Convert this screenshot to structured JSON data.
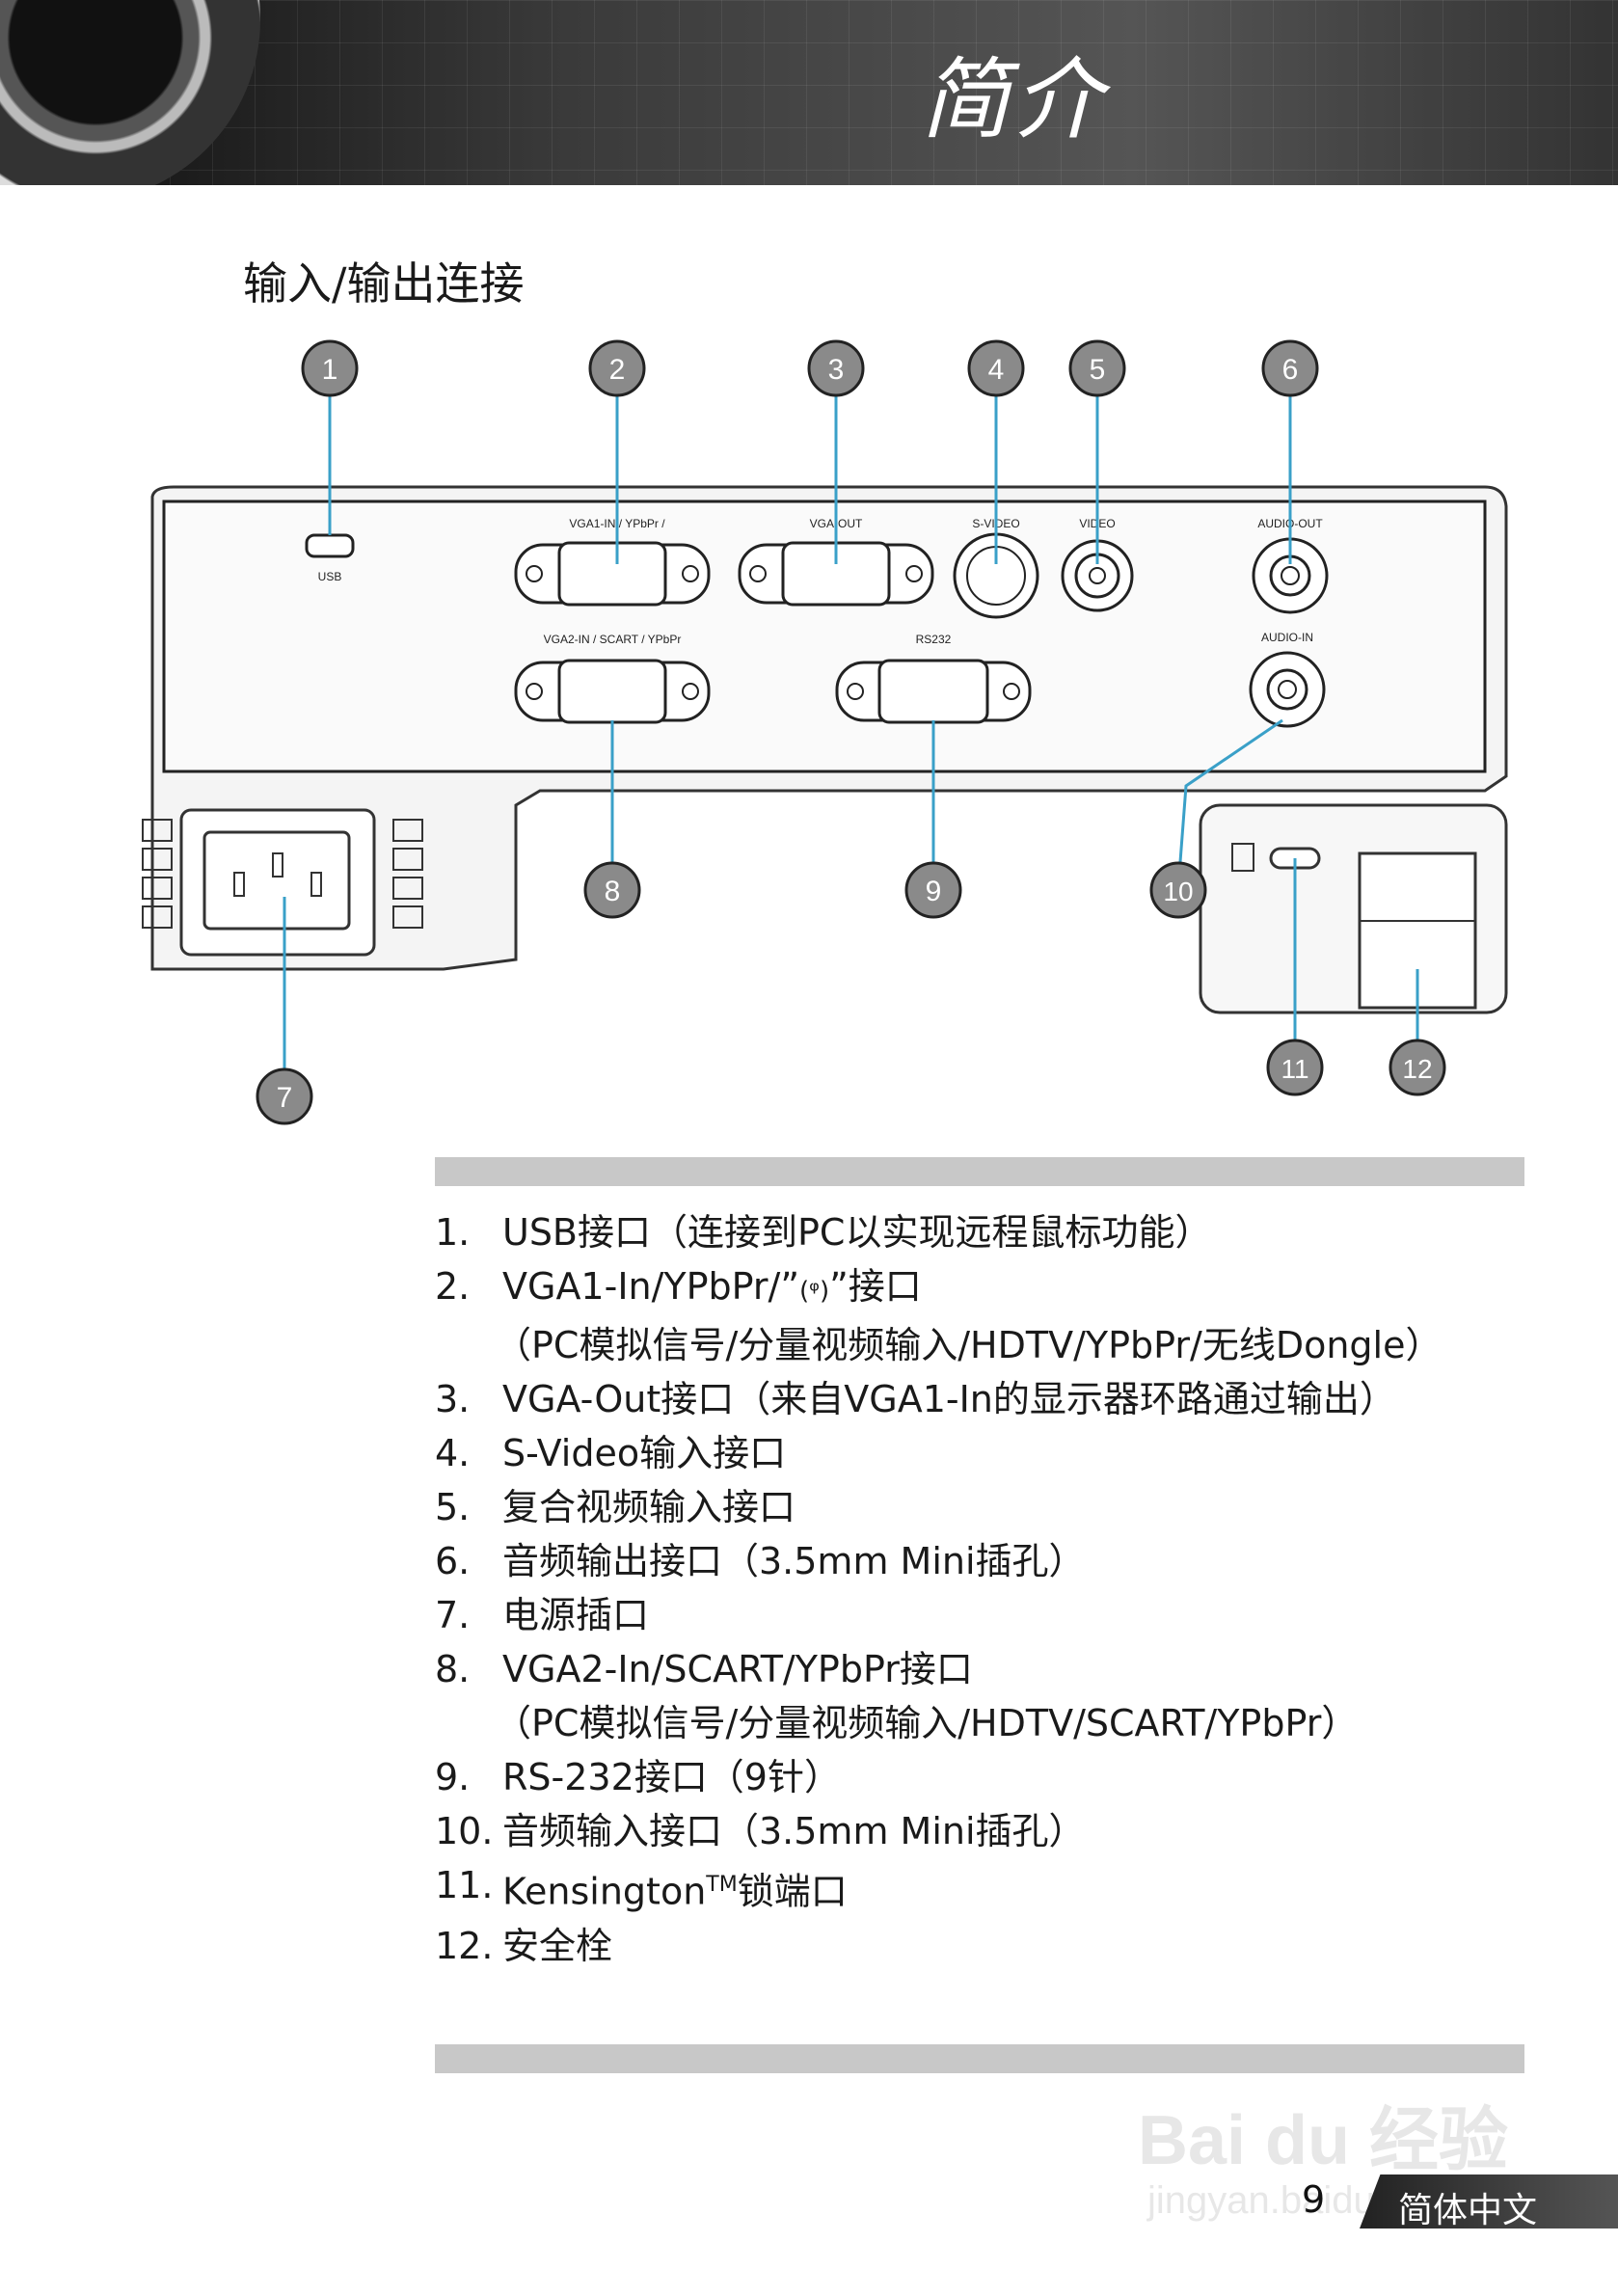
{
  "header": {
    "title": "简介"
  },
  "section_title": "输入/输出连接",
  "diagram": {
    "callouts": [
      "1",
      "2",
      "3",
      "4",
      "5",
      "6",
      "7",
      "8",
      "9",
      "10",
      "11",
      "12"
    ],
    "port_labels": {
      "usb": "USB",
      "vga1": "VGA1-IN / YPbPr / ",
      "vga_out": "VGA-OUT",
      "svideo": "S-VIDEO",
      "video": "VIDEO",
      "audio_out": "AUDIO-OUT",
      "vga2": "VGA2-IN / SCART / YPbPr",
      "rs232": "RS232",
      "audio_in": "AUDIO-IN"
    }
  },
  "items": [
    {
      "num": "1.",
      "text": "USB接口（连接到PC以实现远程鼠标功能）"
    },
    {
      "num": "2.",
      "text": "VGA1-In/YPbPr/”",
      "icon": "wireless-icon",
      "text2": "”接口",
      "sub": "（PC模拟信号/分量视频输入/HDTV/YPbPr/无线Dongle）"
    },
    {
      "num": "3.",
      "text": "VGA-Out接口（来自VGA1-In的显示器环路通过输出）"
    },
    {
      "num": "4.",
      "text": "S-Video输入接口"
    },
    {
      "num": "5.",
      "text": "复合视频输入接口"
    },
    {
      "num": "6.",
      "text": "音频输出接口（3.5mm Mini插孔）"
    },
    {
      "num": "7.",
      "text": "电源插口"
    },
    {
      "num": "8.",
      "text": "VGA2-In/SCART/YPbPr接口",
      "sub": "（PC模拟信号/分量视频输入/HDTV/SCART/YPbPr）"
    },
    {
      "num": "9.",
      "text": "RS-232接口（9针）"
    },
    {
      "num": "10.",
      "text": "音频输入接口（3.5mm Mini插孔）"
    },
    {
      "num": "11.",
      "text": "Kensington",
      "sup": "TM",
      "text2": "锁端口"
    },
    {
      "num": "12.",
      "text": "安全栓"
    }
  ],
  "footer": {
    "page": "9",
    "lang": "简体中文"
  },
  "watermark": {
    "brand": "Bai du 经验",
    "url": "jingyan.baidu.com"
  }
}
